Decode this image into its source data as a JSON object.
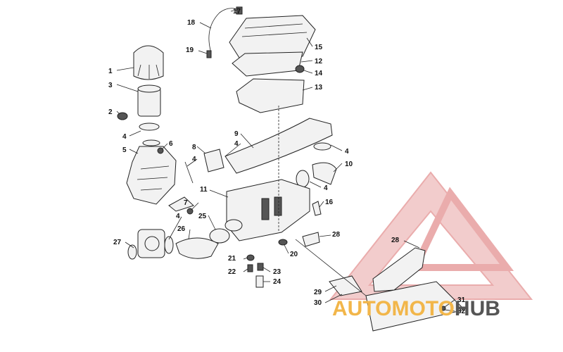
{
  "labels": {
    "l1": "1",
    "l2": "2",
    "l3": "3",
    "l4": "4",
    "l5": "5",
    "l6": "6",
    "l7": "7",
    "l8": "8",
    "l9": "9",
    "l10": "10",
    "l11": "11",
    "l12": "12",
    "l13": "13",
    "l14": "14",
    "l15": "15",
    "l16": "16",
    "l17": "17",
    "l18": "18",
    "l19": "19",
    "l20": "20",
    "l21": "21",
    "l22": "22",
    "l23": "23",
    "l24": "24",
    "l25": "25",
    "l26": "26",
    "l27": "27",
    "l28": "28",
    "l29": "29",
    "l30": "30",
    "l31": "31",
    "l32": "32"
  },
  "watermark": {
    "part1": "AUTOMOTO",
    "part2": "HUB"
  },
  "colors": {
    "watermark_red": "#d96a6a",
    "watermark_orange": "#f2b64a",
    "watermark_gray": "#555555"
  }
}
